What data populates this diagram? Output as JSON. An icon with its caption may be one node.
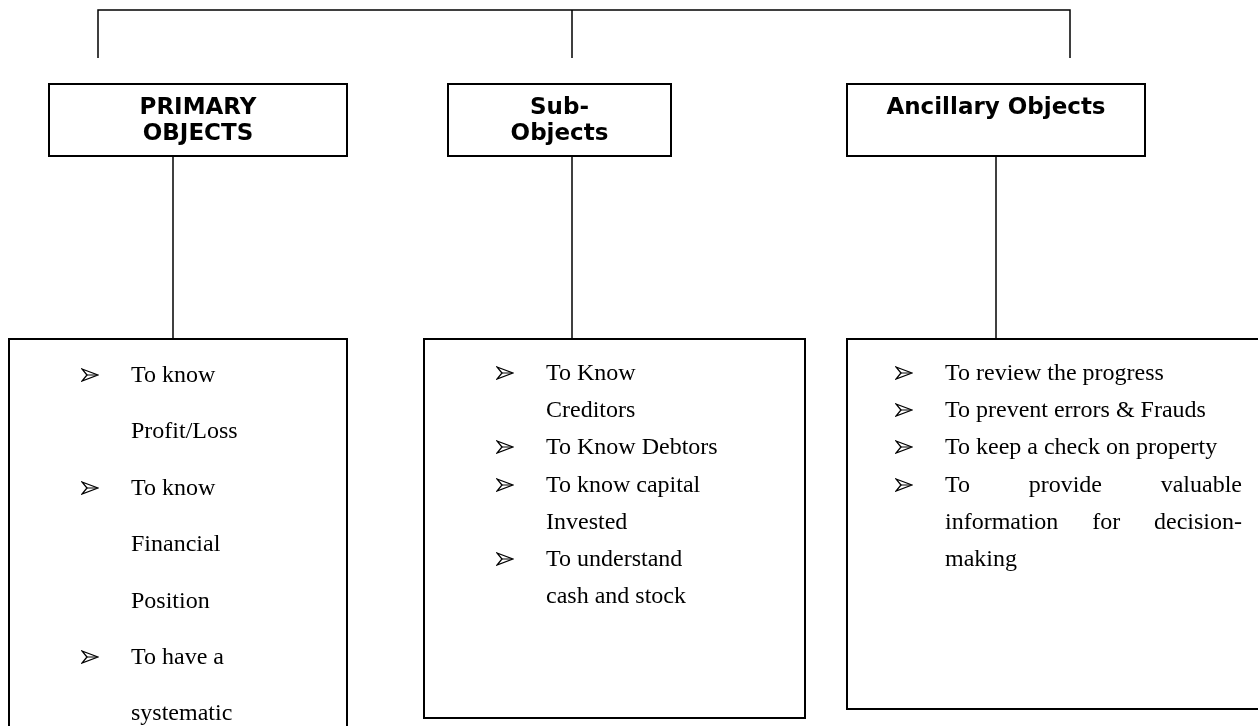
{
  "diagram": {
    "nodes": [
      {
        "text": [
          "PRIMARY OBJECTS"
        ]
      },
      {
        "text": [
          "Sub-Objects"
        ]
      },
      {
        "text": [
          "Ancillary Objects"
        ]
      },
      {
        "text": [
          "To know Profit/Loss",
          "To know Financial Position",
          "To have a systematic"
        ]
      },
      {
        "text": [
          "To Know Creditors",
          "To Know Debtors",
          "To know capital Invested",
          "To understand cash and stock"
        ]
      },
      {
        "text": [
          "To review the progress",
          "To prevent errors & Frauds",
          "To keep a check on property",
          "To provide valuable information for decision-making"
        ]
      }
    ],
    "edges": [
      {
        "from": 0,
        "to": 3,
        "arrow": "none"
      },
      {
        "from": 1,
        "to": 4,
        "arrow": "none"
      },
      {
        "from": 2,
        "to": 5,
        "arrow": "none"
      }
    ]
  }
}
